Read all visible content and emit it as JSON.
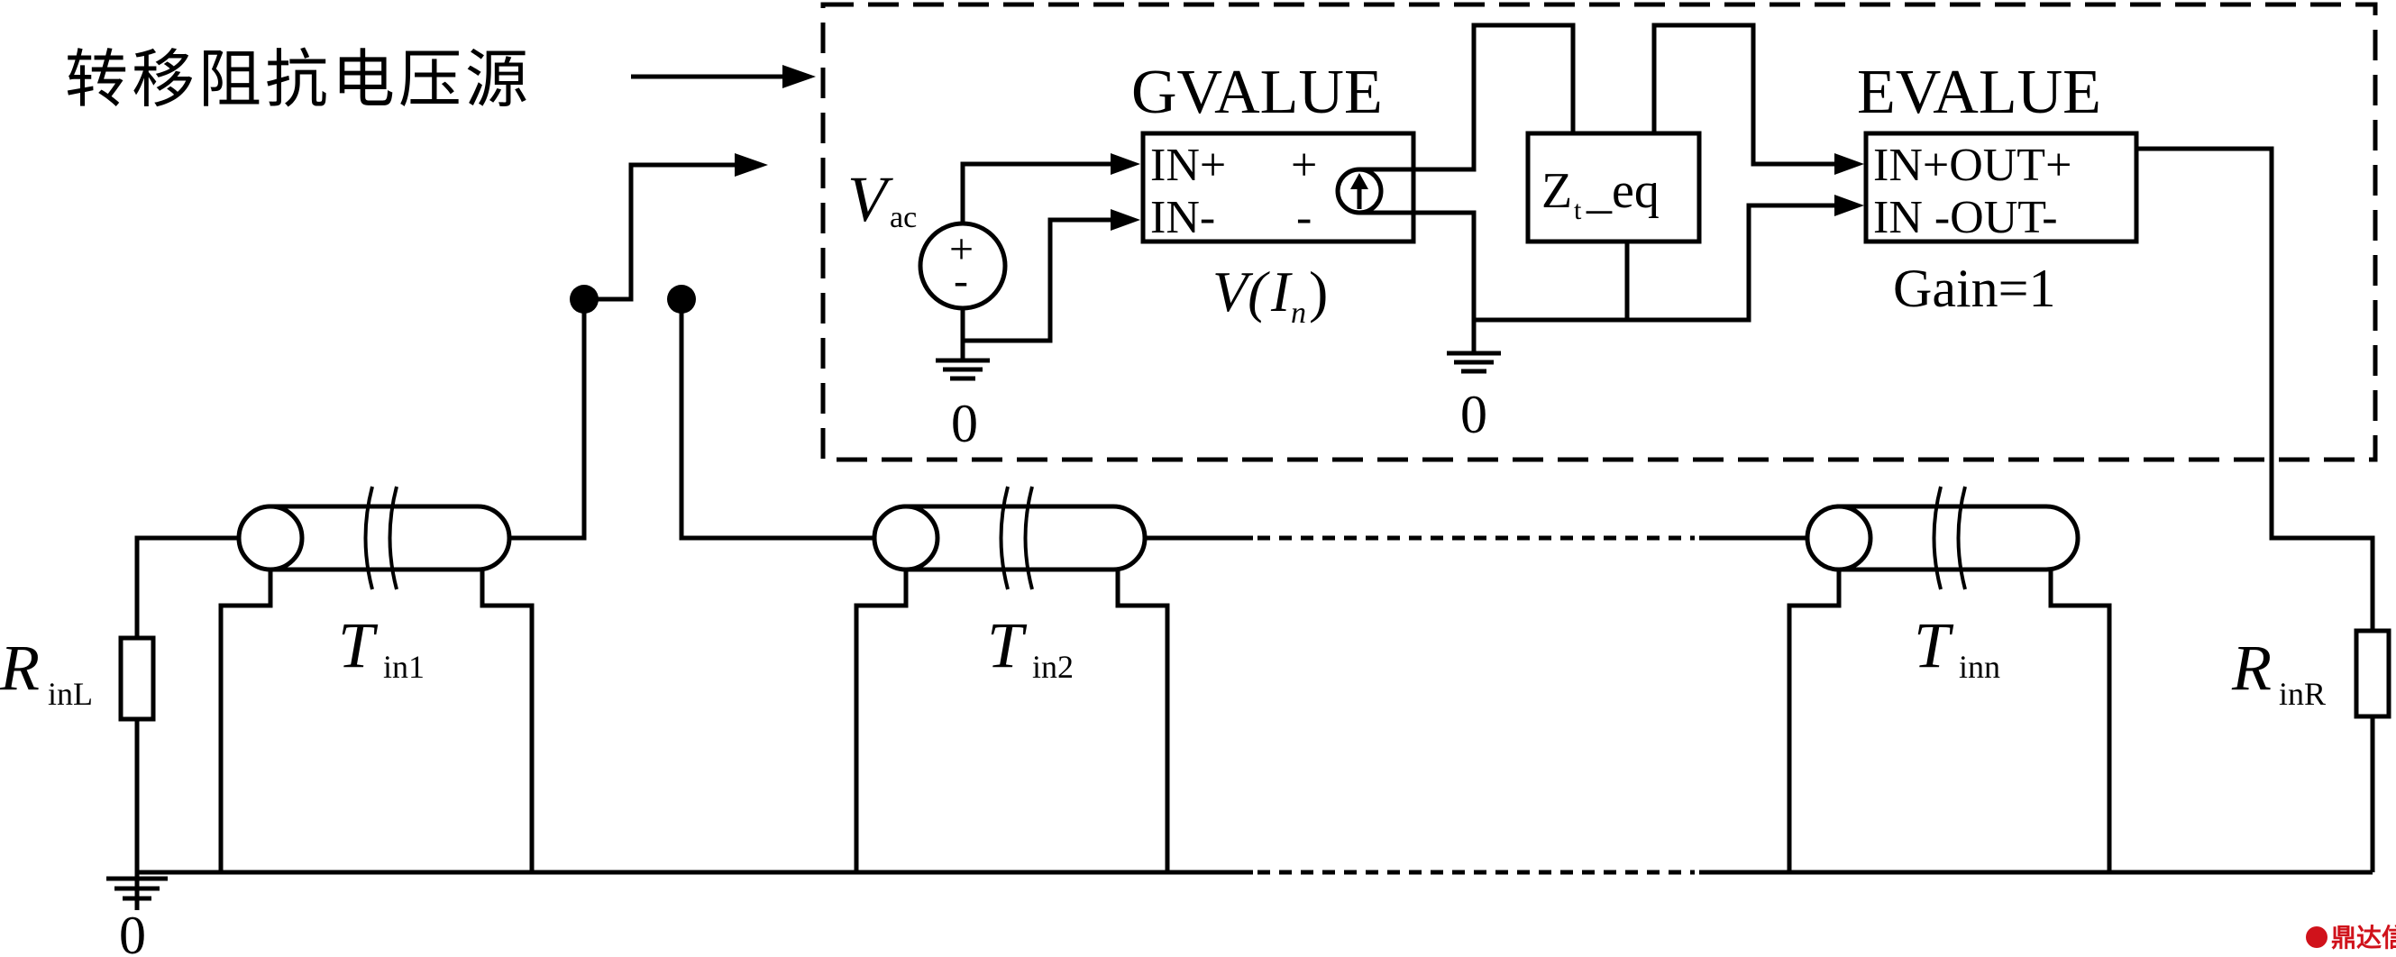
{
  "labels": {
    "title_cn": "转移阻抗电压源",
    "vac": "V",
    "vac_sub": "ac",
    "gvalue": "GVALUE",
    "gv_in_plus": "IN+",
    "gv_in_minus": "IN-",
    "gv_plus": "+",
    "gv_minus": "-",
    "vin_V": "V(",
    "vin_I": "I",
    "vin_n": "n",
    "vin_close": ")",
    "zt": "Z",
    "zt_sub": "t",
    "zt_eq": "_eq",
    "evalue": "EVALUE",
    "ev_row1": "IN+OUT+",
    "ev_row2": "IN -OUT-",
    "gain": "Gain=1",
    "ground_left": "0",
    "ground_mid": "0",
    "ground_bottom": "0",
    "src_plus": "+",
    "src_minus": "-",
    "rinl": "R",
    "rinl_sub": "inL",
    "rinr": "R",
    "rinr_sub": "inR",
    "tin1": "T",
    "tin1_sub": "in1",
    "tin2": "T",
    "tin2_sub": "in2",
    "tinn": "T",
    "tinn_sub": "inn"
  },
  "logo": {
    "text": "鼎达信",
    "color": "#d0121b"
  }
}
